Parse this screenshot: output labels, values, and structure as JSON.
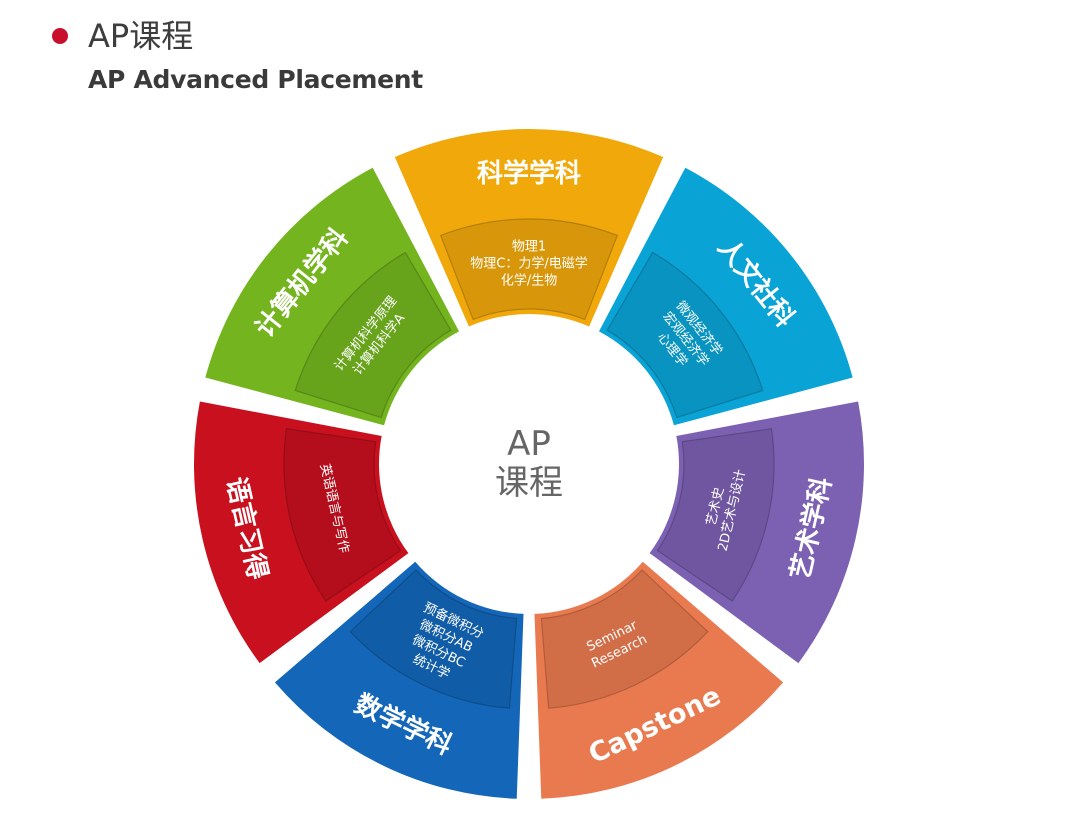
{
  "header": {
    "title": "AP课程",
    "subtitle": "AP Advanced Placement",
    "bullet_color": "#c8102e"
  },
  "center": {
    "line1": "AP",
    "line2": "课程"
  },
  "segments": [
    {
      "id": "science",
      "title": "科学学科",
      "color": "#f0a80b",
      "courses": [
        "物理1",
        "物理C：力学/电磁学",
        "化学/生物"
      ]
    },
    {
      "id": "humanities",
      "title": "人文社科",
      "color": "#0aa3d6",
      "courses": [
        "微观经济学",
        "宏观经济学",
        "心理学"
      ]
    },
    {
      "id": "arts",
      "title": "艺术学科",
      "color": "#7c60b2",
      "courses": [
        "艺术史",
        "2D艺术与设计"
      ]
    },
    {
      "id": "capstone",
      "title": "Capstone",
      "color": "#e97a4f",
      "courses": [
        "Seminar",
        "Research"
      ]
    },
    {
      "id": "math",
      "title": "数学学科",
      "color": "#1366b8",
      "courses": [
        "预备微积分",
        "微积分AB",
        "微积分BC",
        "统计学"
      ]
    },
    {
      "id": "language",
      "title": "语言习得",
      "color": "#c8101f",
      "courses": [
        "英语语言与写作"
      ]
    },
    {
      "id": "cs",
      "title": "计算机学科",
      "color": "#74b51f",
      "courses": [
        "计算机科学原理",
        "计算机科学A"
      ]
    }
  ]
}
